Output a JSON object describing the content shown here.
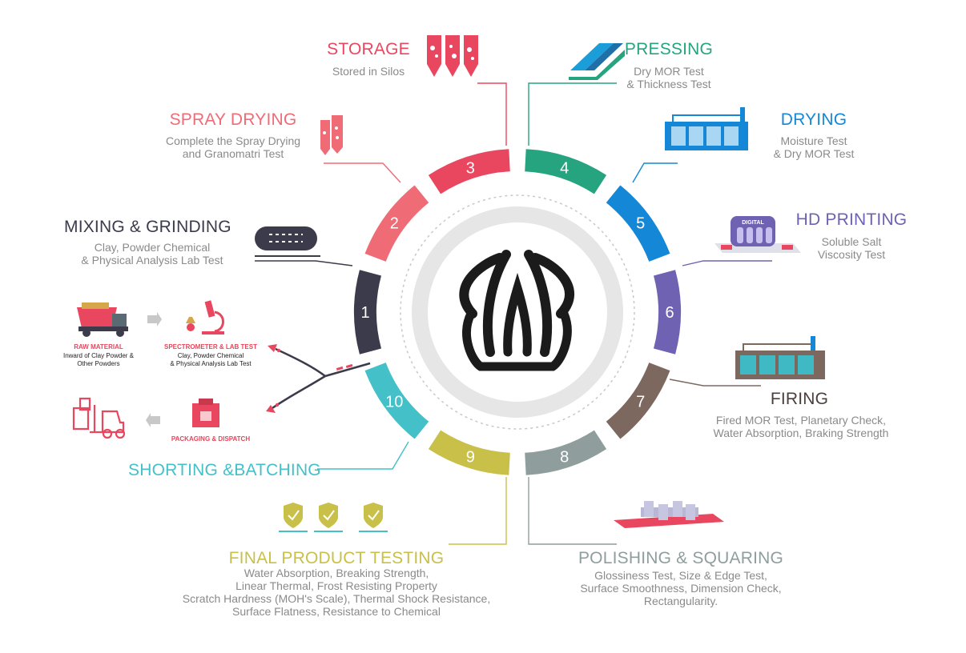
{
  "stages": [
    {
      "id": "1",
      "num": "1",
      "title": "MIXING & GRINDING",
      "subtitle": "Clay, Powder Chemical\n& Physical Analysis Lab Test",
      "color": "#3b3b4c"
    },
    {
      "id": "2",
      "num": "2",
      "title": "SPRAY DRYING",
      "subtitle": "Complete the Spray Drying\nand Granomatri Test",
      "color": "#ef6b76"
    },
    {
      "id": "3",
      "num": "3",
      "title": "STORAGE",
      "subtitle": "Stored in Silos",
      "color": "#e9475f"
    },
    {
      "id": "4",
      "num": "4",
      "title": "PRESSING",
      "subtitle": "Dry MOR Test\n& Thickness Test",
      "color": "#26a480"
    },
    {
      "id": "5",
      "num": "5",
      "title": "DRYING",
      "subtitle": "Moisture Test\n& Dry MOR Test",
      "color": "#1487d6"
    },
    {
      "id": "6",
      "num": "6",
      "title": "HD PRINTING",
      "subtitle": "Soluble Salt\nViscosity Test",
      "color": "#6f62b2"
    },
    {
      "id": "7",
      "num": "7",
      "title": "FIRING",
      "subtitle": "Fired MOR Test, Planetary Check,\nWater Absorption, Braking Strength",
      "color": "#7d6860"
    },
    {
      "id": "8",
      "num": "8",
      "title": "POLISHING & SQUARING",
      "subtitle": "Glossiness Test, Size & Edge Test,\nSurface Smoothness, Dimension Check,\nRectangularity.",
      "color": "#8f9e9c"
    },
    {
      "id": "9",
      "num": "9",
      "title": "FINAL PRODUCT TESTING",
      "subtitle": "Water Absorption, Breaking Strength,\nLinear Thermal, Frost Resisting Property\nScratch Hardness (MOH's Scale), Thermal Shock Resistance,\nSurface Flatness, Resistance to Chemical",
      "color": "#c9c04a"
    },
    {
      "id": "10",
      "num": "10",
      "title": "SHORTING &BATCHING",
      "subtitle": "",
      "color": "#44c0c8"
    }
  ],
  "side_flow": {
    "raw_material_title": "RAW MATERIAL",
    "raw_material_desc": "Inward of Clay Powder &\nOther Powders",
    "lab_title": "SPECTROMETER & LAB TEST",
    "lab_desc": "Clay, Powder Chemical\n& Physical Analysis Lab Test",
    "packaging_title": "PACKAGING & DISPATCH"
  },
  "icons": {
    "storage": "silo-icon",
    "pressing": "press-icon",
    "drying": "dryer-icon",
    "printing": "digital-printer-icon",
    "firing": "kiln-icon",
    "polishing": "polishing-machine-icon",
    "final": "check-shield-icon",
    "mixing": "ball-mill-icon",
    "spray": "spray-dryer-icon",
    "truck": "dump-truck-icon",
    "microscope": "microscope-icon",
    "box": "package-icon",
    "forklift": "forklift-icon",
    "logo": "company-logo"
  }
}
